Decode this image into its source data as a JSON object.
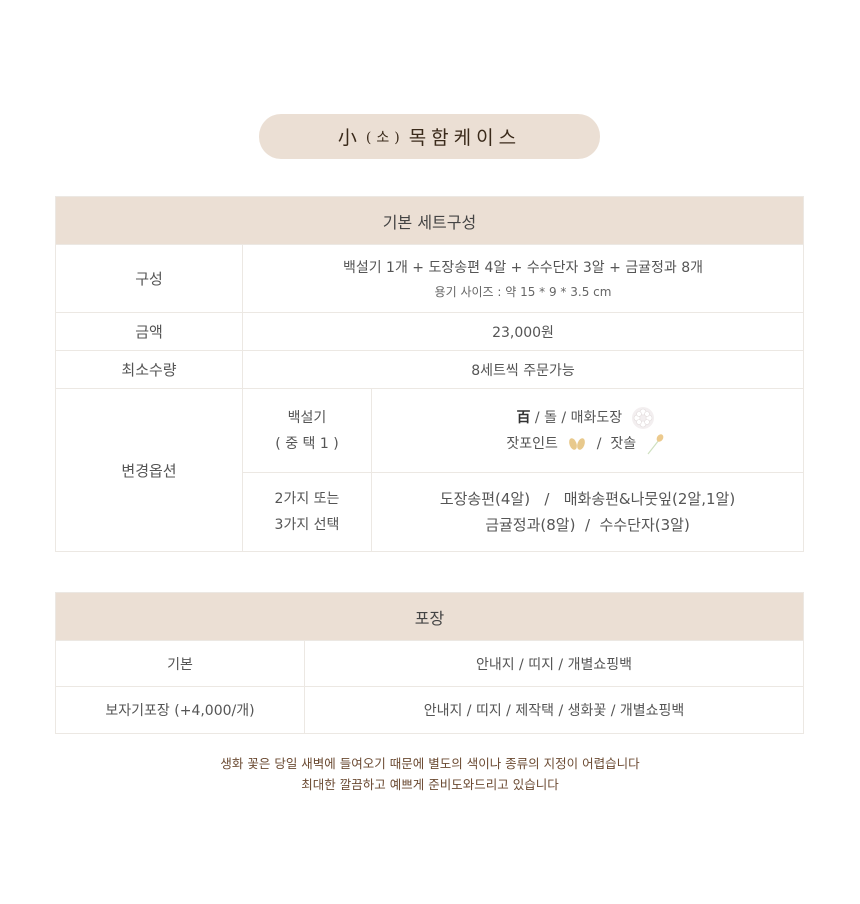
{
  "title": {
    "hanja": "小",
    "paren": "(소)",
    "text": "목함케이스"
  },
  "basic": {
    "header": "기본 세트구성",
    "composition_label": "구성",
    "composition": "백설기 1개 + 도장송편 4알 + 수수단자 3알 + 금귤정과 8개",
    "size": "용기 사이즈 : 약  15 * 9 * 3.5 cm",
    "price_label": "금액",
    "price": "23,000원",
    "min_label": "최소수량",
    "min": "8세트씩 주문가능",
    "options_label": "변경옵션",
    "opt1_label": [
      "백설기",
      "( 중 택 1 )"
    ],
    "opt1": {
      "stamp": "百",
      "sep": "/",
      "a": "돌",
      "b": "매화도장",
      "c": "잣포인트",
      "d": "잣솔"
    },
    "opt2_label": [
      "2가지 또는",
      "3가지 선택"
    ],
    "opt2": [
      "도장송편(4알)   /   매화송편&나뭇잎(2알,1알)",
      "금귤정과(8알)  /  수수단자(3알)"
    ]
  },
  "packaging": {
    "header": "포장",
    "rows": [
      {
        "label": "기본",
        "value": "안내지 / 띠지 / 개별쇼핑백"
      },
      {
        "label": "보자기포장 (+4,000/개)",
        "value": "안내지 / 띠지 / 제작택 / 생화꽃 / 개별쇼핑백"
      }
    ]
  },
  "note": [
    "생화 꽃은 당일 새벽에 들여오기 때문에 별도의 색이나 종류의 지정이 어렵습니다",
    "최대한 깔끔하고 예쁘게 준비도와드리고 있습니다"
  ]
}
